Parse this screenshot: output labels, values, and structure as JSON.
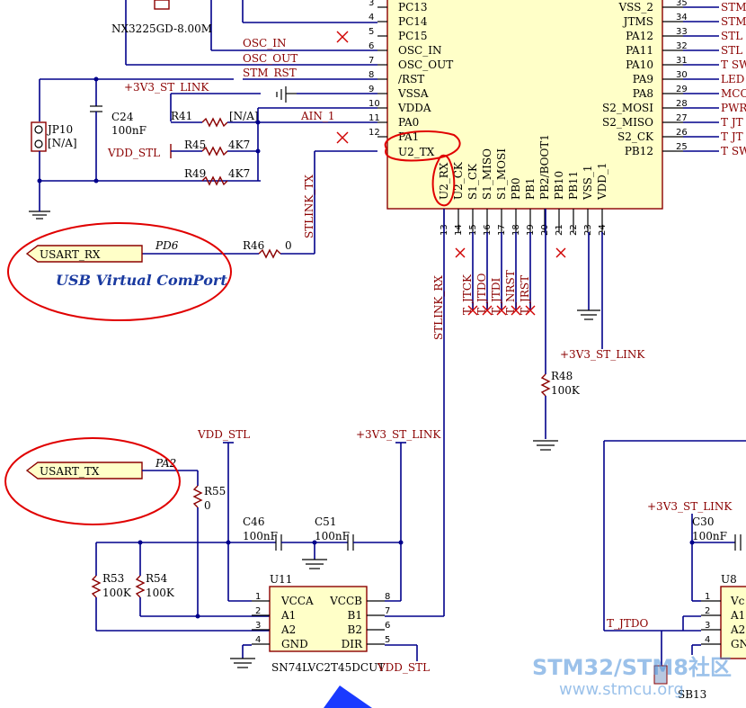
{
  "mcu": {
    "left_pins": [
      {
        "num": "3",
        "name": "PC13"
      },
      {
        "num": "4",
        "name": "PC14"
      },
      {
        "num": "5",
        "name": "PC15"
      },
      {
        "num": "6",
        "name": "OSC_IN"
      },
      {
        "num": "7",
        "name": "OSC_OUT"
      },
      {
        "num": "8",
        "name": "/RST"
      },
      {
        "num": "9",
        "name": "VSSA"
      },
      {
        "num": "10",
        "name": "VDDA"
      },
      {
        "num": "11",
        "name": "PA0"
      },
      {
        "num": "12",
        "name": "PA1"
      }
    ],
    "u2tx_label": "U2_TX",
    "right_pins": [
      {
        "num": "35",
        "name": "VSS_2",
        "net": "STM"
      },
      {
        "num": "34",
        "name": "JTMS",
        "net": "STM"
      },
      {
        "num": "33",
        "name": "PA12",
        "net": "STL"
      },
      {
        "num": "32",
        "name": "PA11",
        "net": "STL"
      },
      {
        "num": "31",
        "name": "PA10",
        "net": "T SW"
      },
      {
        "num": "30",
        "name": "PA9",
        "net": "LED"
      },
      {
        "num": "29",
        "name": "PA8",
        "net": "MCC"
      },
      {
        "num": "28",
        "name": "S2_MOSI",
        "net": "PWR"
      },
      {
        "num": "27",
        "name": "S2_MISO",
        "net": "T JT"
      },
      {
        "num": "26",
        "name": "S2_CK",
        "net": "T JT"
      },
      {
        "num": "25",
        "name": "PB12",
        "net": "T SW"
      }
    ],
    "bottom_pins": [
      {
        "num": "13",
        "name": "U2_RX"
      },
      {
        "num": "14",
        "name": "U2_CK"
      },
      {
        "num": "15",
        "name": "S1_CK"
      },
      {
        "num": "16",
        "name": "S1_MISO"
      },
      {
        "num": "17",
        "name": "S1_MOSI"
      },
      {
        "num": "18",
        "name": "PB0"
      },
      {
        "num": "19",
        "name": "PB1"
      },
      {
        "num": "20",
        "name": "PB2/BOOT1"
      },
      {
        "num": "21",
        "name": "PB10"
      },
      {
        "num": "22",
        "name": "PB11"
      },
      {
        "num": "23",
        "name": "VSS_1"
      },
      {
        "num": "24",
        "name": "VDD_1"
      }
    ],
    "bottom_nets": [
      "T_JTCK",
      "T_JTDO",
      "T_JTDI",
      "T_NRST",
      "T_JRST"
    ]
  },
  "crystal": {
    "part": "NX3225GD-8.00M"
  },
  "nets": {
    "osc_in": "OSC_IN",
    "osc_out": "OSC_OUT",
    "stm_rst": "STM_RST",
    "v33": "+3V3_ST_LINK",
    "ain1": "AIN_1",
    "vdd_stl": "VDD_STL",
    "stlink_tx": "STLINK_TX",
    "stlink_rx": "STLINK_RX",
    "t_jtdo": "T_JTDO"
  },
  "components": {
    "jp10": {
      "ref": "JP10",
      "value": "[N/A]"
    },
    "c24": {
      "ref": "C24",
      "value": "100nF"
    },
    "r41": {
      "ref": "R41",
      "value": "[N/A]"
    },
    "r45": {
      "ref": "R45",
      "value": "4K7"
    },
    "r49": {
      "ref": "R49",
      "value": "4K7"
    },
    "r46": {
      "ref": "R46",
      "value": "0"
    },
    "r48": {
      "ref": "R48",
      "value": "100K"
    },
    "r55": {
      "ref": "R55",
      "value": "0"
    },
    "r53": {
      "ref": "R53",
      "value": "100K"
    },
    "r54": {
      "ref": "R54",
      "value": "100K"
    },
    "c46": {
      "ref": "C46",
      "value": "100nF"
    },
    "c51": {
      "ref": "C51",
      "value": "100nF"
    },
    "c30": {
      "ref": "C30",
      "value": "100nF"
    },
    "sb13": {
      "ref": "SB13"
    }
  },
  "u11": {
    "ref": "U11",
    "part": "SN74LVC2T45DCUT",
    "left": [
      {
        "num": "1",
        "name": "VCCA"
      },
      {
        "num": "2",
        "name": "A1"
      },
      {
        "num": "3",
        "name": "A2"
      },
      {
        "num": "4",
        "name": "GND"
      }
    ],
    "right": [
      {
        "num": "8",
        "name": "VCCB"
      },
      {
        "num": "7",
        "name": "B1"
      },
      {
        "num": "6",
        "name": "B2"
      },
      {
        "num": "5",
        "name": "DIR"
      }
    ]
  },
  "u8": {
    "ref": "U8",
    "pins": [
      "1",
      "2",
      "3",
      "4"
    ],
    "names": [
      "Vc",
      "A1",
      "A2",
      "GN"
    ]
  },
  "ports": {
    "usart_rx": {
      "label": "USART_RX",
      "pin": "PD6"
    },
    "usart_tx": {
      "label": "USART_TX",
      "pin": "PA2"
    }
  },
  "annotation": "USB Virtual ComPort",
  "watermark": {
    "line1": "STM32/STM8社区",
    "line2": "www.stmcu.org"
  },
  "colors": {
    "wire": "#00008b",
    "component": "#8b0000",
    "ic_fill": "#ffffc8",
    "sketch": "#e00000",
    "noconnect": "#d00000"
  }
}
